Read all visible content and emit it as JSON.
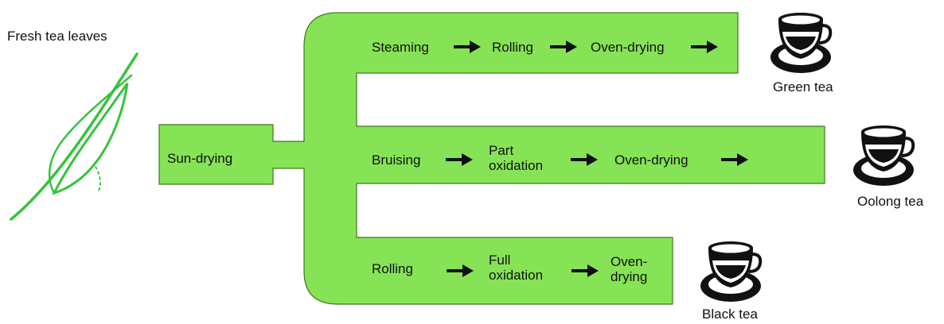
{
  "title_label": "Fresh tea leaves",
  "start_step": "Sun-drying",
  "colors": {
    "channel": "#86e356",
    "channel_stroke": "#3c7a1e",
    "leaf": "#35c43a"
  },
  "branches": [
    {
      "steps": [
        "Steaming",
        "Rolling",
        "Oven-drying"
      ],
      "product": "Green tea"
    },
    {
      "steps": [
        "Bruising",
        "Part\noxidation",
        "Oven-drying"
      ],
      "product": "Oolong tea"
    },
    {
      "steps": [
        "Rolling",
        "Full\noxidation",
        "Oven-\ndrying"
      ],
      "product": "Black tea"
    }
  ],
  "icons": [
    "leaf-icon",
    "arrow-right-icon",
    "teacup-icon"
  ]
}
